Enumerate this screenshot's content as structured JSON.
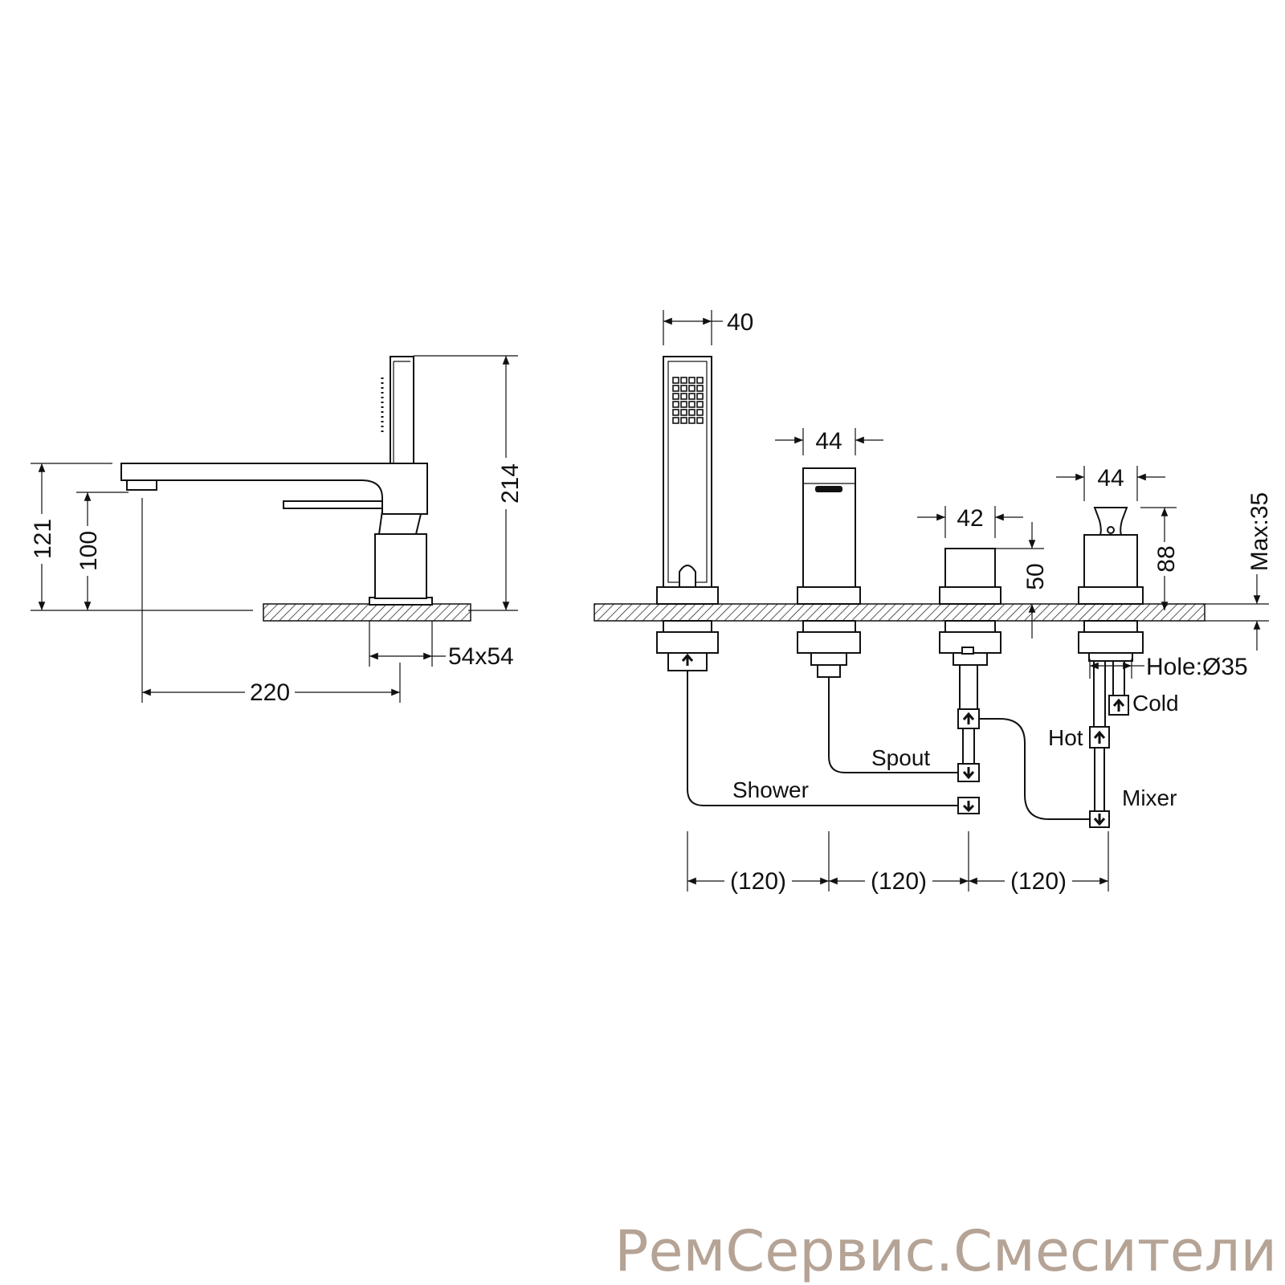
{
  "side_view": {
    "dimensions": {
      "height_total": "214",
      "spout_height": "121",
      "outlet_height": "100",
      "spout_reach": "220",
      "base_size": "54x54"
    }
  },
  "front_view": {
    "dimensions": {
      "shower_width": "40",
      "spout_width": "44",
      "diverter_width": "42",
      "diverter_height": "50",
      "mixer_width": "44",
      "mixer_height": "88",
      "max_deck": "Max:35",
      "hole": "Hole:Ø35"
    },
    "connections": {
      "shower": "Shower",
      "spout": "Spout",
      "hot": "Hot",
      "cold": "Cold",
      "mixer": "Mixer"
    },
    "spacing": [
      "(120)",
      "(120)",
      "(120)"
    ]
  },
  "watermark": "РемСервис.Смесители"
}
